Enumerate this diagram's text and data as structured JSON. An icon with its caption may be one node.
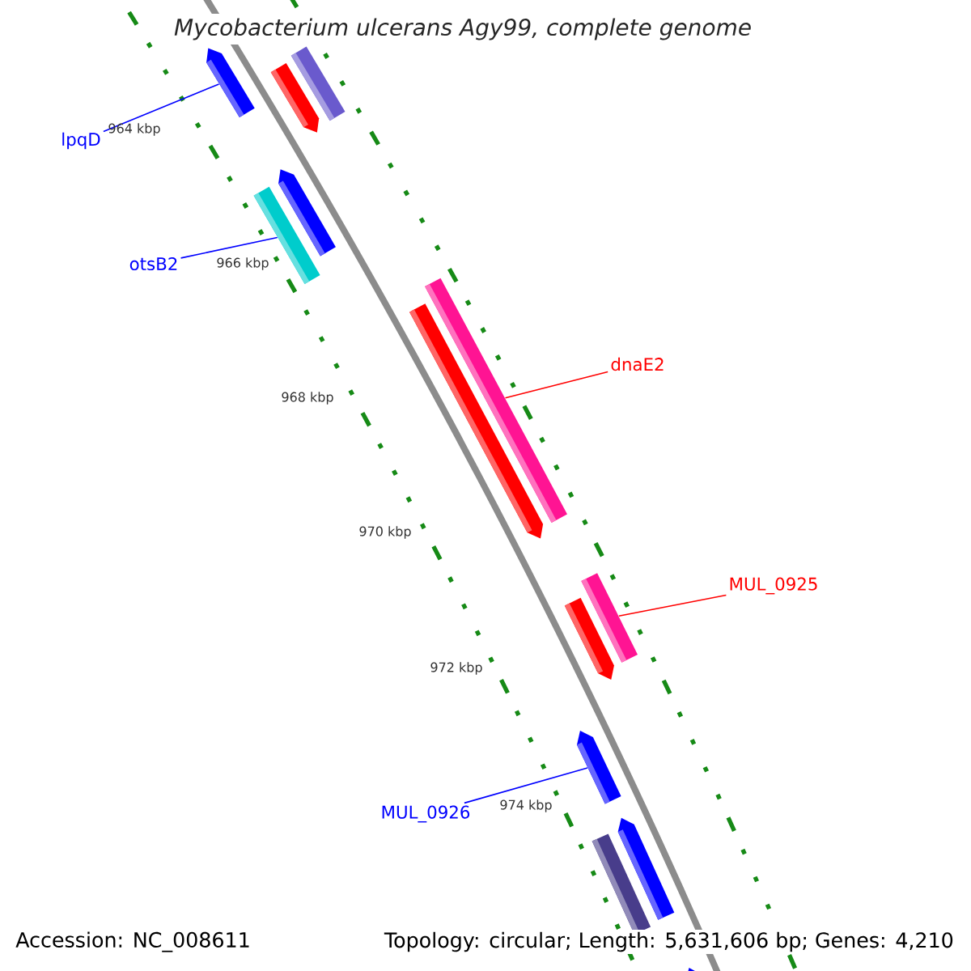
{
  "diagram": {
    "title": "Mycobacterium ulcerans Agy99, complete genome",
    "nodes": [
      {
        "text": [
          "lpqD"
        ]
      },
      {
        "text": [
          "otsB2"
        ]
      },
      {
        "text": [
          "dnaE2"
        ]
      },
      {
        "text": [
          "MUL_0925"
        ]
      },
      {
        "text": [
          "MUL_0926"
        ]
      },
      {
        "text": [],
        "shape": "bar"
      },
      {
        "text": [],
        "shape": "bar"
      },
      {
        "text": [],
        "shape": "bar"
      },
      {
        "text": [],
        "shape": "bar"
      },
      {
        "text": [],
        "shape": "bar"
      },
      {
        "text": [],
        "shape": "bar"
      },
      {
        "text": [],
        "shape": "bar"
      },
      {
        "text": [],
        "shape": "bar"
      },
      {
        "text": [],
        "shape": "bar"
      },
      {
        "text": [],
        "shape": "bar"
      },
      {
        "text": [],
        "shape": "bar"
      },
      {
        "text": [],
        "shape": "bar"
      },
      {
        "text": [],
        "shape": "bar"
      }
    ],
    "edges": [
      {
        "from": 0,
        "to": 5,
        "arrow": "none"
      },
      {
        "from": 1,
        "to": 9,
        "arrow": "none"
      },
      {
        "from": 2,
        "to": 10,
        "arrow": "none",
        "color": "#ff0000"
      },
      {
        "from": 3,
        "to": 12,
        "arrow": "none",
        "color": "#ff0000"
      },
      {
        "from": 4,
        "to": 14,
        "arrow": "none"
      }
    ],
    "labels": [
      "964 kbp",
      "966 kbp",
      "968 kbp",
      "970 kbp",
      "972 kbp",
      "974 kbp",
      "Accession: NC_008611",
      "Topology: circular; Length: 5,631,606 bp; Genes: 4,210"
    ]
  }
}
